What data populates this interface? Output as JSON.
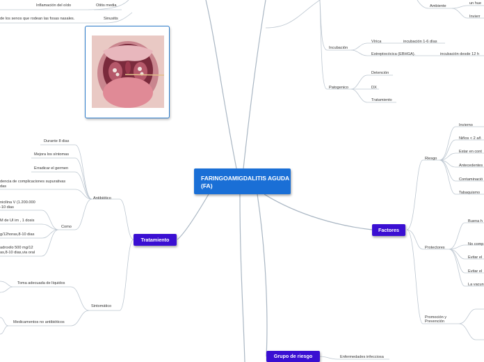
{
  "central": {
    "title": "FARINGOAMIGDALITIS AGUDA (FA)"
  },
  "tratamiento": {
    "title": "Tratamiento",
    "antibiotico": "Antibiótico",
    "antibiotico_items": [
      "Durante 8 dias",
      "Mejora los síntomas",
      "Erradicar el germen",
      "dencia de complicaciones supurativas",
      "das"
    ],
    "como": "Como",
    "como_items": [
      "nicilina V (1.200.000",
      "-10 dias",
      "M de UI im , 1 dosis",
      "g/12horas,8-10 dias",
      "adroxilo 500 mg/12",
      "as,8-10 dias,via oral"
    ],
    "sintomatico": "Sintomático",
    "sintomatico_items": [
      "Toma adecuada de líquidos",
      "Medicamentos no antibióticos"
    ]
  },
  "top_left": {
    "otitis_desc": "Inflamación del oído",
    "otitis": "Otitis media",
    "sinusitis_desc": "de los senos que rodean las fosas nasales.",
    "sinusitis": "Sinusitis"
  },
  "incubacion": {
    "title": "Incubación",
    "viral": "Vírica",
    "viral_time": "incubación 1-6 días",
    "strep": "Estreptocócica (EBHGA).",
    "strep_time": "incubación desde 12 h"
  },
  "patogenico": {
    "title": "Patogenico",
    "items": [
      "Detención",
      "DX",
      "Tratamiento"
    ]
  },
  "ambiente": {
    "title": "Ambiente",
    "item1": "un hue",
    "item2": "Invierr"
  },
  "factores": {
    "title": "Factores",
    "riesgo": "Riesgo",
    "riesgo_items": [
      "Invierno",
      "Niños < 2 añ",
      "Estar en cont",
      "Antecedentes",
      "Contaminació",
      "Tabaquismo"
    ],
    "protectores": "Protectores",
    "protectores_items": [
      "Buena h",
      "No comp",
      "Evitar el",
      "Evitar el",
      "La vacun"
    ],
    "promocion": "Promoción y Prevención"
  },
  "grupo": {
    "title": "Grupo de riesgo",
    "item": "Enfermedades infecciosa"
  },
  "image": {
    "alt": "Faringe inflamada con placas blancas en amígdalas"
  },
  "colors": {
    "central": "#1a6fd6",
    "subtopic": "#3a0fd2",
    "line": "#a9b6c3"
  }
}
